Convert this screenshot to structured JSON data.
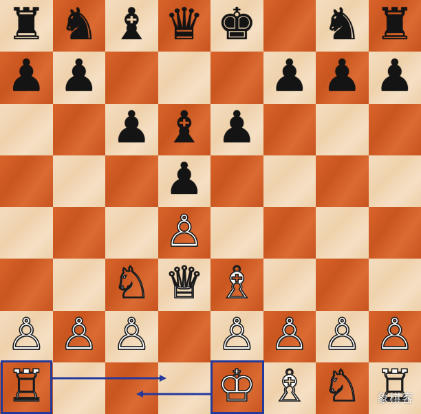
{
  "board": {
    "ranks": [
      [
        "♜",
        "♞",
        "♝",
        "♛",
        "♚",
        "",
        "♞",
        "♜"
      ],
      [
        "♟",
        "♟",
        "",
        "",
        "",
        "♟",
        "♟",
        "♟"
      ],
      [
        "",
        "",
        "♟",
        "♝",
        "♟",
        "",
        "",
        ""
      ],
      [
        "",
        "",
        "",
        "♟",
        "",
        "",
        "",
        ""
      ],
      [
        "",
        "",
        "",
        "♙",
        "",
        "",
        "",
        ""
      ],
      [
        "",
        "",
        "♘",
        "♕",
        "♗",
        "",
        "",
        ""
      ],
      [
        "♙",
        "♙",
        "♙",
        "",
        "♙",
        "♙",
        "♙",
        "♙"
      ],
      [
        "♖",
        "",
        "",
        "",
        "♔",
        "♗",
        "♘",
        "♖"
      ]
    ],
    "colors": [
      [
        "black",
        "black",
        "black",
        "black",
        "black",
        "",
        "black",
        "black"
      ],
      [
        "black",
        "black",
        "",
        "",
        "",
        "black",
        "black",
        "black"
      ],
      [
        "",
        "",
        "black",
        "black",
        "black",
        "",
        "",
        ""
      ],
      [
        "",
        "",
        "",
        "black",
        "",
        "",
        "",
        ""
      ],
      [
        "",
        "",
        "",
        "white",
        "",
        "",
        "",
        ""
      ],
      [
        "",
        "",
        "white",
        "white",
        "white",
        "",
        "",
        ""
      ],
      [
        "white",
        "white",
        "white",
        "",
        "white",
        "white",
        "white",
        "white"
      ],
      [
        "white",
        "",
        "",
        "",
        "white",
        "white",
        "white",
        "white"
      ]
    ]
  },
  "highlight_color": "#23399b",
  "light_square_color": "#f3ddc0",
  "dark_square_color": "#d9642b",
  "watermark": "象棋客"
}
